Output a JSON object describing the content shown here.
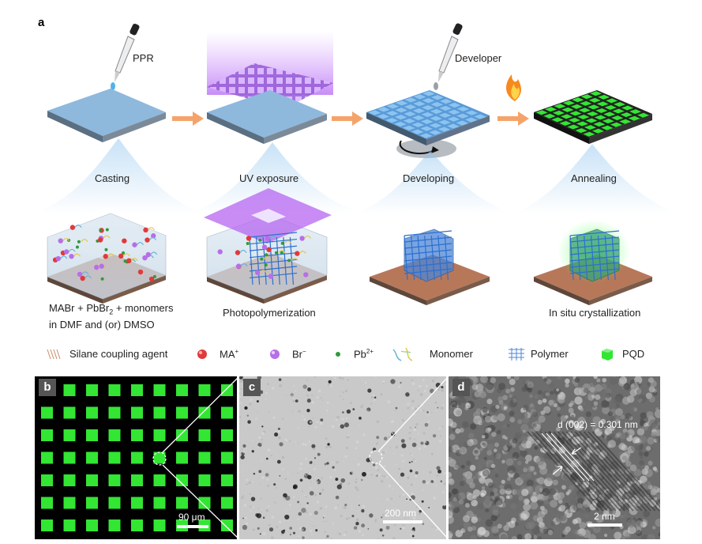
{
  "panel_a": {
    "letter": "a",
    "steps": [
      {
        "label": "Casting",
        "reagent": "PPR"
      },
      {
        "label": "UV exposure"
      },
      {
        "label": "Developing",
        "reagent": "Developer"
      },
      {
        "label": "Annealing"
      }
    ],
    "sub_captions": {
      "casting_line1": "MABr + PbBr",
      "casting_line1_sub": "2",
      "casting_line1_rest": " + monomers",
      "casting_line2": "in DMF and (or) DMSO",
      "photopolymerization": "Photopolymerization",
      "crystallization": "In situ crystallization"
    }
  },
  "legend": {
    "silane": "Silane coupling agent",
    "ma": "MA",
    "ma_sup": "+",
    "br": "Br",
    "br_sup": "−",
    "pb": "Pb",
    "pb_sup": "2+",
    "monomer": "Monomer",
    "polymer": "Polymer",
    "pqd": "PQD"
  },
  "panel_b": {
    "letter": "b",
    "scale": "90 μm"
  },
  "panel_c": {
    "letter": "c",
    "scale": "200 nm"
  },
  "panel_d": {
    "letter": "d",
    "scale": "2 nm",
    "annotation": "d (002) = 0.301 nm"
  },
  "colors": {
    "pqd_green": "#33e633",
    "arrow_orange": "#f4a46b",
    "uv_purple": "#b566f0",
    "substrate_blue": "#7fb5e0",
    "copper": "#b7785a"
  }
}
